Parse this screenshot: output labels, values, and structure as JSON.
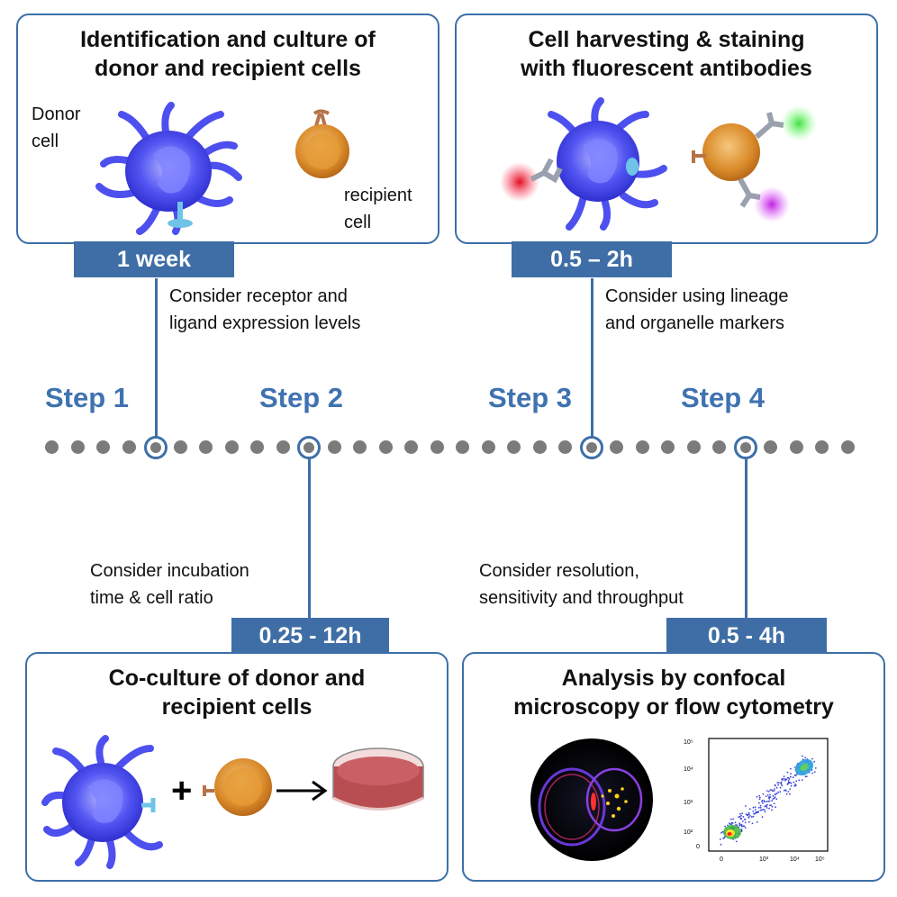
{
  "steps": [
    {
      "label": "Step 1"
    },
    {
      "label": "Step 2"
    },
    {
      "label": "Step 3"
    },
    {
      "label": "Step 4"
    }
  ],
  "panels": {
    "p1": {
      "title_line1": "Identification and culture of",
      "title_line2": "donor and recipient cells",
      "donor_label_line1": "Donor",
      "donor_label_line2": "cell",
      "recipient_label_line1": "recipient",
      "recipient_label_line2": "cell",
      "time": "1 week",
      "note_line1": "Consider receptor and",
      "note_line2": "ligand expression levels"
    },
    "p2": {
      "title_line1": "Co-culture of donor and",
      "title_line2": "recipient cells",
      "time": "0.25 - 12h",
      "note_line1": "Consider incubation",
      "note_line2": "time & cell ratio"
    },
    "p3": {
      "title_line1": "Cell harvesting & staining",
      "title_line2": "with fluorescent antibodies",
      "time": "0.5 – 2h",
      "note_line1": "Consider using lineage",
      "note_line2": "and organelle markers"
    },
    "p4": {
      "title_line1": "Analysis by confocal",
      "title_line2": "microscopy or flow cytometry",
      "time": "0.5 - 4h",
      "note_line1": "Consider resolution,",
      "note_line2": "sensitivity and throughput",
      "axis_y_ticks": [
        "10⁵",
        "10⁴",
        "10³",
        "10²",
        "0"
      ],
      "axis_x_ticks": [
        "0",
        "10³",
        "10⁴",
        "10⁵"
      ]
    }
  },
  "colors": {
    "accent_blue": "#3d6fa8",
    "step_text": "#3f72b0",
    "dot_gray": "#7b7b7b",
    "donor_cell": "#4a4df0",
    "recipient_cell": "#d88a2a"
  }
}
